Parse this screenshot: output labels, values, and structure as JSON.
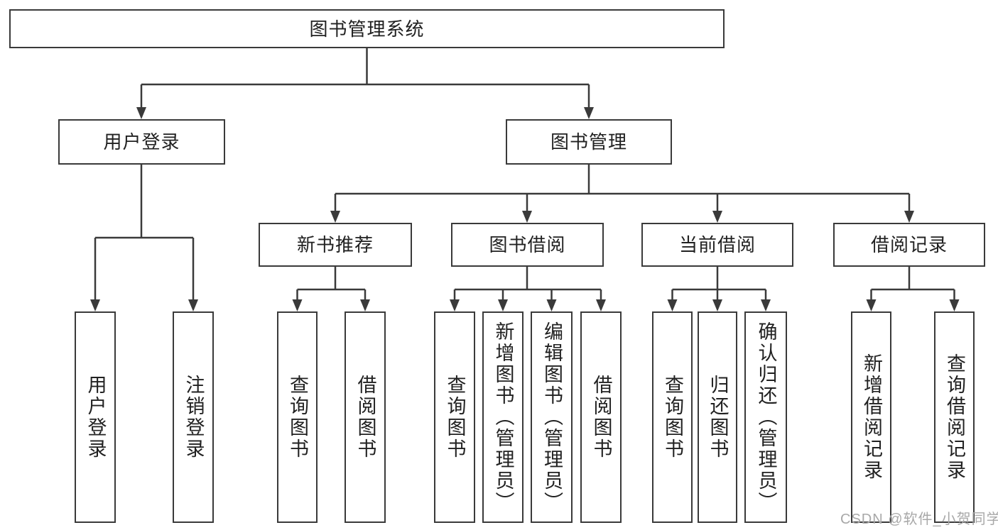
{
  "diagram": {
    "tree": {
      "root": {
        "label": "图书管理系统",
        "children": [
          {
            "label": "用户登录",
            "children": [
              {
                "label": "用户登录"
              },
              {
                "label": "注销登录"
              }
            ]
          },
          {
            "label": "图书管理",
            "children": [
              {
                "label": "新书推荐",
                "children": [
                  {
                    "label": "查询图书"
                  },
                  {
                    "label": "借阅图书"
                  }
                ]
              },
              {
                "label": "图书借阅",
                "children": [
                  {
                    "label": "查询图书"
                  },
                  {
                    "label": "新增图书（管理员）"
                  },
                  {
                    "label": "编辑图书（管理员）"
                  },
                  {
                    "label": "借阅图书"
                  }
                ]
              },
              {
                "label": "当前借阅",
                "children": [
                  {
                    "label": "查询图书"
                  },
                  {
                    "label": "归还图书"
                  },
                  {
                    "label": "确认归还（管理员）"
                  }
                ]
              },
              {
                "label": "借阅记录",
                "children": [
                  {
                    "label": "新增借阅记录"
                  },
                  {
                    "label": "查询借阅记录"
                  }
                ]
              }
            ]
          }
        ]
      }
    },
    "colors": {
      "line": "#3a3a3a",
      "box_border": "#3a3a3a",
      "text": "#212121",
      "watermark": "#a8a8a8",
      "background": "#ffffff"
    }
  },
  "watermark": {
    "text": "CSDN @软件_小贺同学"
  }
}
